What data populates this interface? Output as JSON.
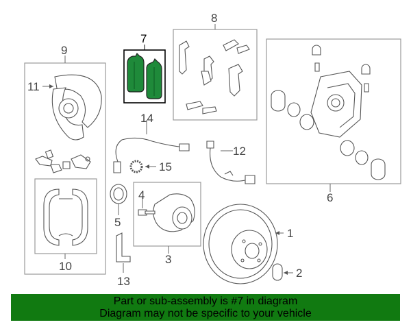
{
  "callouts": {
    "c1": "1",
    "c2": "2",
    "c3": "3",
    "c4": "4",
    "c5": "5",
    "c6": "6",
    "c7": "7",
    "c8": "8",
    "c9": "9",
    "c10": "10",
    "c11": "11",
    "c12": "12",
    "c13": "13",
    "c14": "14",
    "c15": "15"
  },
  "highlight_part": "7",
  "colors": {
    "banner": "#117a11",
    "highlight_box": "#000000",
    "outline": "#9a9a9a"
  },
  "banner": {
    "line1": "Part or sub-assembly is #7 in diagram",
    "line2": "Diagram may not be specific to your vehicle"
  }
}
